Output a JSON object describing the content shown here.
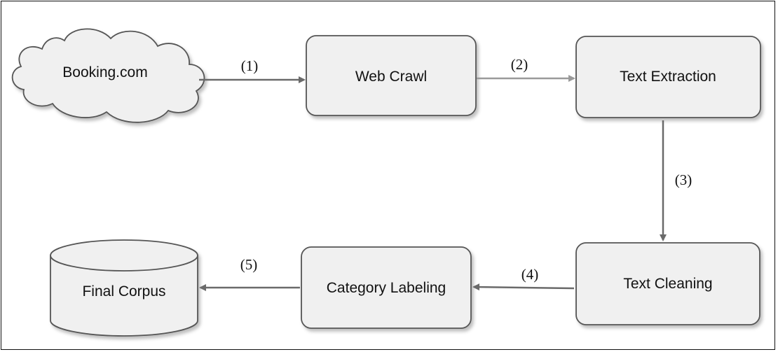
{
  "nodes": {
    "source": "Booking.com",
    "crawl": "Web Crawl",
    "extraction": "Text Extraction",
    "cleaning": "Text Cleaning",
    "labeling": "Category Labeling",
    "corpus": "Final Corpus"
  },
  "edges": {
    "e1": "(1)",
    "e2": "(2)",
    "e3": "(3)",
    "e4": "(4)",
    "e5": "(5)"
  },
  "colors": {
    "box_fill": "#f0f0f0",
    "box_stroke": "#555555",
    "edge": "#6a6a6a",
    "edge_light": "#9a9a9a"
  }
}
